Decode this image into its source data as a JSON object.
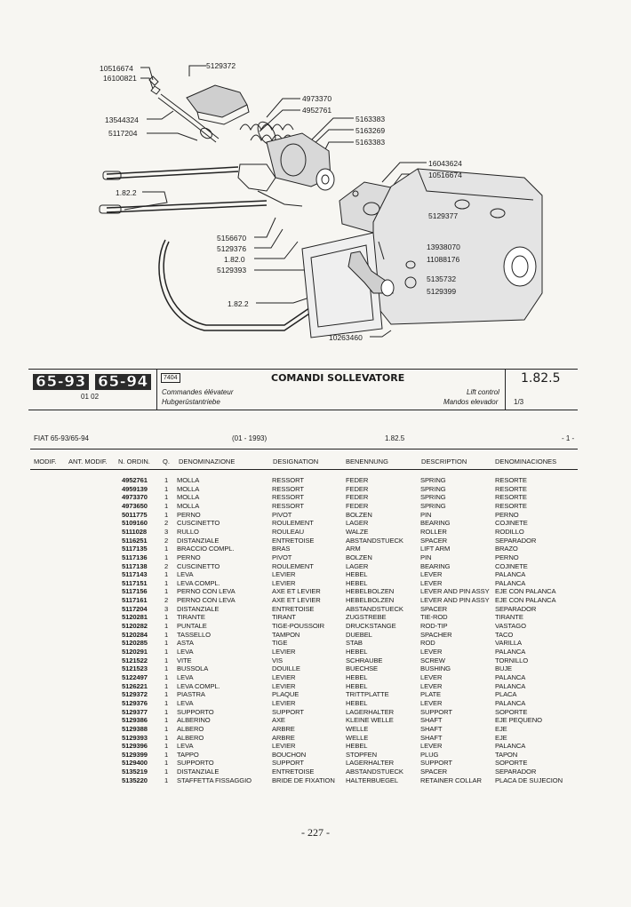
{
  "diagram": {
    "callouts": [
      {
        "id": "c1",
        "text": "10516674"
      },
      {
        "id": "c2",
        "text": "16100821"
      },
      {
        "id": "c3",
        "text": "5129372"
      },
      {
        "id": "c4",
        "text": "4973370"
      },
      {
        "id": "c5",
        "text": "4952761"
      },
      {
        "id": "c6",
        "text": "13544324"
      },
      {
        "id": "c7",
        "text": "5117204"
      },
      {
        "id": "c8",
        "text": "5163383"
      },
      {
        "id": "c9",
        "text": "5163269"
      },
      {
        "id": "c10",
        "text": "5163383"
      },
      {
        "id": "c11",
        "text": "16043624"
      },
      {
        "id": "c12",
        "text": "10516674"
      },
      {
        "id": "c13",
        "text": "1.82.2"
      },
      {
        "id": "c14",
        "text": "5129377"
      },
      {
        "id": "c15",
        "text": "5156670"
      },
      {
        "id": "c16",
        "text": "5129376"
      },
      {
        "id": "c17",
        "text": "13938070"
      },
      {
        "id": "c18",
        "text": "1.82.0"
      },
      {
        "id": "c19",
        "text": "11088176"
      },
      {
        "id": "c20",
        "text": "5129393"
      },
      {
        "id": "c21",
        "text": "5135732"
      },
      {
        "id": "c22",
        "text": "5129399"
      },
      {
        "id": "c23",
        "text": "1.82.2"
      },
      {
        "id": "c24",
        "text": "10263460"
      }
    ]
  },
  "header": {
    "model_a": "65-93",
    "model_b": "65-94",
    "date_code": "01 02",
    "code": "7404",
    "title": "COMANDI SOLLEVATORE",
    "title_fr": "Commandes élévateur",
    "title_de": "Hubgerüstantriebe",
    "title_en": "Lift control",
    "title_es": "Mandos elevador",
    "section": "1.82.5",
    "sheet": "1/3"
  },
  "list_header": {
    "model": "FIAT 65-93/65-94",
    "date": "(01 - 1993)",
    "section": "1.82.5",
    "page": "- 1 -"
  },
  "columns": {
    "modif": "MODIF.",
    "ant_modif": "ANT. MODIF.",
    "n_ordin": "N. ORDIN.",
    "q": "Q.",
    "denominazione": "DENOMINAZIONE",
    "designation": "DESIGNATION",
    "benennung": "BENENNUNG",
    "description": "DESCRIPTION",
    "denominaciones": "DENOMINACIONES"
  },
  "parts": [
    {
      "code": "4952761",
      "qty": "1",
      "it": "MOLLA",
      "fr": "RESSORT",
      "de": "FEDER",
      "en": "SPRING",
      "es": "RESORTE"
    },
    {
      "code": "4959139",
      "qty": "1",
      "it": "MOLLA",
      "fr": "RESSORT",
      "de": "FEDER",
      "en": "SPRING",
      "es": "RESORTE"
    },
    {
      "code": "4973370",
      "qty": "1",
      "it": "MOLLA",
      "fr": "RESSORT",
      "de": "FEDER",
      "en": "SPRING",
      "es": "RESORTE"
    },
    {
      "code": "4973650",
      "qty": "1",
      "it": "MOLLA",
      "fr": "RESSORT",
      "de": "FEDER",
      "en": "SPRING",
      "es": "RESORTE"
    },
    {
      "code": "5011775",
      "qty": "1",
      "it": "PERNO",
      "fr": "PIVOT",
      "de": "BOLZEN",
      "en": "PIN",
      "es": "PERNO"
    },
    {
      "code": "5109160",
      "qty": "2",
      "it": "CUSCINETTO",
      "fr": "ROULEMENT",
      "de": "LAGER",
      "en": "BEARING",
      "es": "COJINETE"
    },
    {
      "code": "5111028",
      "qty": "3",
      "it": "RULLO",
      "fr": "ROULEAU",
      "de": "WALZE",
      "en": "ROLLER",
      "es": "RODILLO"
    },
    {
      "code": "5116251",
      "qty": "2",
      "it": "DISTANZIALE",
      "fr": "ENTRETOISE",
      "de": "ABSTANDSTUECK",
      "en": "SPACER",
      "es": "SEPARADOR"
    },
    {
      "code": "5117135",
      "qty": "1",
      "it": "BRACCIO COMPL.",
      "fr": "BRAS",
      "de": "ARM",
      "en": "LIFT ARM",
      "es": "BRAZO"
    },
    {
      "code": "5117136",
      "qty": "1",
      "it": "PERNO",
      "fr": "PIVOT",
      "de": "BOLZEN",
      "en": "PIN",
      "es": "PERNO"
    },
    {
      "code": "5117138",
      "qty": "2",
      "it": "CUSCINETTO",
      "fr": "ROULEMENT",
      "de": "LAGER",
      "en": "BEARING",
      "es": "COJINETE"
    },
    {
      "code": "5117143",
      "qty": "1",
      "it": "LEVA",
      "fr": "LEVIER",
      "de": "HEBEL",
      "en": "LEVER",
      "es": "PALANCA"
    },
    {
      "code": "5117151",
      "qty": "1",
      "it": "LEVA COMPL.",
      "fr": "LEVIER",
      "de": "HEBEL",
      "en": "LEVER",
      "es": "PALANCA"
    },
    {
      "code": "5117156",
      "qty": "1",
      "it": "PERNO CON LEVA",
      "fr": "AXE ET LEVIER",
      "de": "HEBELBOLZEN",
      "en": "LEVER AND PIN ASSY",
      "es": "EJE CON PALANCA"
    },
    {
      "code": "5117161",
      "qty": "2",
      "it": "PERNO CON LEVA",
      "fr": "AXE ET LEVIER",
      "de": "HEBELBOLZEN",
      "en": "LEVER AND PIN ASSY",
      "es": "EJE CON PALANCA"
    },
    {
      "code": "5117204",
      "qty": "3",
      "it": "DISTANZIALE",
      "fr": "ENTRETOISE",
      "de": "ABSTANDSTUECK",
      "en": "SPACER",
      "es": "SEPARADOR"
    },
    {
      "code": "5120281",
      "qty": "1",
      "it": "TIRANTE",
      "fr": "TIRANT",
      "de": "ZUGSTREBE",
      "en": "TIE-ROD",
      "es": "TIRANTE"
    },
    {
      "code": "5120282",
      "qty": "1",
      "it": "PUNTALE",
      "fr": "TIGE-POUSSOIR",
      "de": "DRUCKSTANGE",
      "en": "ROD-TIP",
      "es": "VASTAGO"
    },
    {
      "code": "5120284",
      "qty": "1",
      "it": "TASSELLO",
      "fr": "TAMPON",
      "de": "DUEBEL",
      "en": "SPACHER",
      "es": "TACO"
    },
    {
      "code": "5120285",
      "qty": "1",
      "it": "ASTA",
      "fr": "TIGE",
      "de": "STAB",
      "en": "ROD",
      "es": "VARILLA"
    },
    {
      "code": "5120291",
      "qty": "1",
      "it": "LEVA",
      "fr": "LEVIER",
      "de": "HEBEL",
      "en": "LEVER",
      "es": "PALANCA"
    },
    {
      "code": "5121522",
      "qty": "1",
      "it": "VITE",
      "fr": "VIS",
      "de": "SCHRAUBE",
      "en": "SCREW",
      "es": "TORNILLO"
    },
    {
      "code": "5121523",
      "qty": "1",
      "it": "BUSSOLA",
      "fr": "DOUILLE",
      "de": "BUECHSE",
      "en": "BUSHING",
      "es": "BUJE"
    },
    {
      "code": "5122497",
      "qty": "1",
      "it": "LEVA",
      "fr": "LEVIER",
      "de": "HEBEL",
      "en": "LEVER",
      "es": "PALANCA"
    },
    {
      "code": "5126221",
      "qty": "1",
      "it": "LEVA COMPL.",
      "fr": "LEVIER",
      "de": "HEBEL",
      "en": "LEVER",
      "es": "PALANCA"
    },
    {
      "code": "5129372",
      "qty": "1",
      "it": "PIASTRA",
      "fr": "PLAQUE",
      "de": "TRITTPLATTE",
      "en": "PLATE",
      "es": "PLACA"
    },
    {
      "code": "5129376",
      "qty": "1",
      "it": "LEVA",
      "fr": "LEVIER",
      "de": "HEBEL",
      "en": "LEVER",
      "es": "PALANCA"
    },
    {
      "code": "5129377",
      "qty": "1",
      "it": "SUPPORTO",
      "fr": "SUPPORT",
      "de": "LAGERHALTER",
      "en": "SUPPORT",
      "es": "SOPORTE"
    },
    {
      "code": "5129386",
      "qty": "1",
      "it": "ALBERINO",
      "fr": "AXE",
      "de": "KLEINE WELLE",
      "en": "SHAFT",
      "es": "EJE PEQUENO"
    },
    {
      "code": "5129388",
      "qty": "1",
      "it": "ALBERO",
      "fr": "ARBRE",
      "de": "WELLE",
      "en": "SHAFT",
      "es": "EJE"
    },
    {
      "code": "5129393",
      "qty": "1",
      "it": "ALBERO",
      "fr": "ARBRE",
      "de": "WELLE",
      "en": "SHAFT",
      "es": "EJE"
    },
    {
      "code": "5129396",
      "qty": "1",
      "it": "LEVA",
      "fr": "LEVIER",
      "de": "HEBEL",
      "en": "LEVER",
      "es": "PALANCA"
    },
    {
      "code": "5129399",
      "qty": "1",
      "it": "TAPPO",
      "fr": "BOUCHON",
      "de": "STOPFEN",
      "en": "PLUG",
      "es": "TAPON"
    },
    {
      "code": "5129400",
      "qty": "1",
      "it": "SUPPORTO",
      "fr": "SUPPORT",
      "de": "LAGERHALTER",
      "en": "SUPPORT",
      "es": "SOPORTE"
    },
    {
      "code": "5135219",
      "qty": "1",
      "it": "DISTANZIALE",
      "fr": "ENTRETOISE",
      "de": "ABSTANDSTUECK",
      "en": "SPACER",
      "es": "SEPARADOR"
    },
    {
      "code": "5135220",
      "qty": "1",
      "it": "STAFFETTA FISSAGGIO",
      "fr": "BRIDE DE FIXATION",
      "de": "HALTERBUEGEL",
      "en": "RETAINER COLLAR",
      "es": "PLACA DE SUJECION"
    }
  ],
  "footer": {
    "page_number": "- 227 -"
  }
}
